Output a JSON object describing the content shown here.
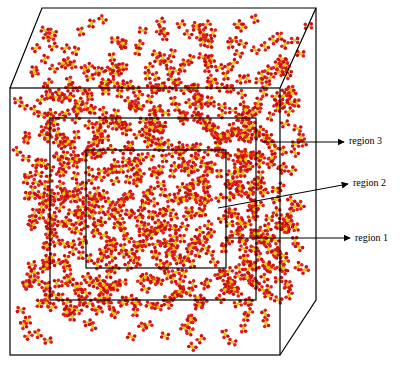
{
  "diagram": {
    "labels": [
      "region 3",
      "region 2",
      "region 1"
    ]
  }
}
